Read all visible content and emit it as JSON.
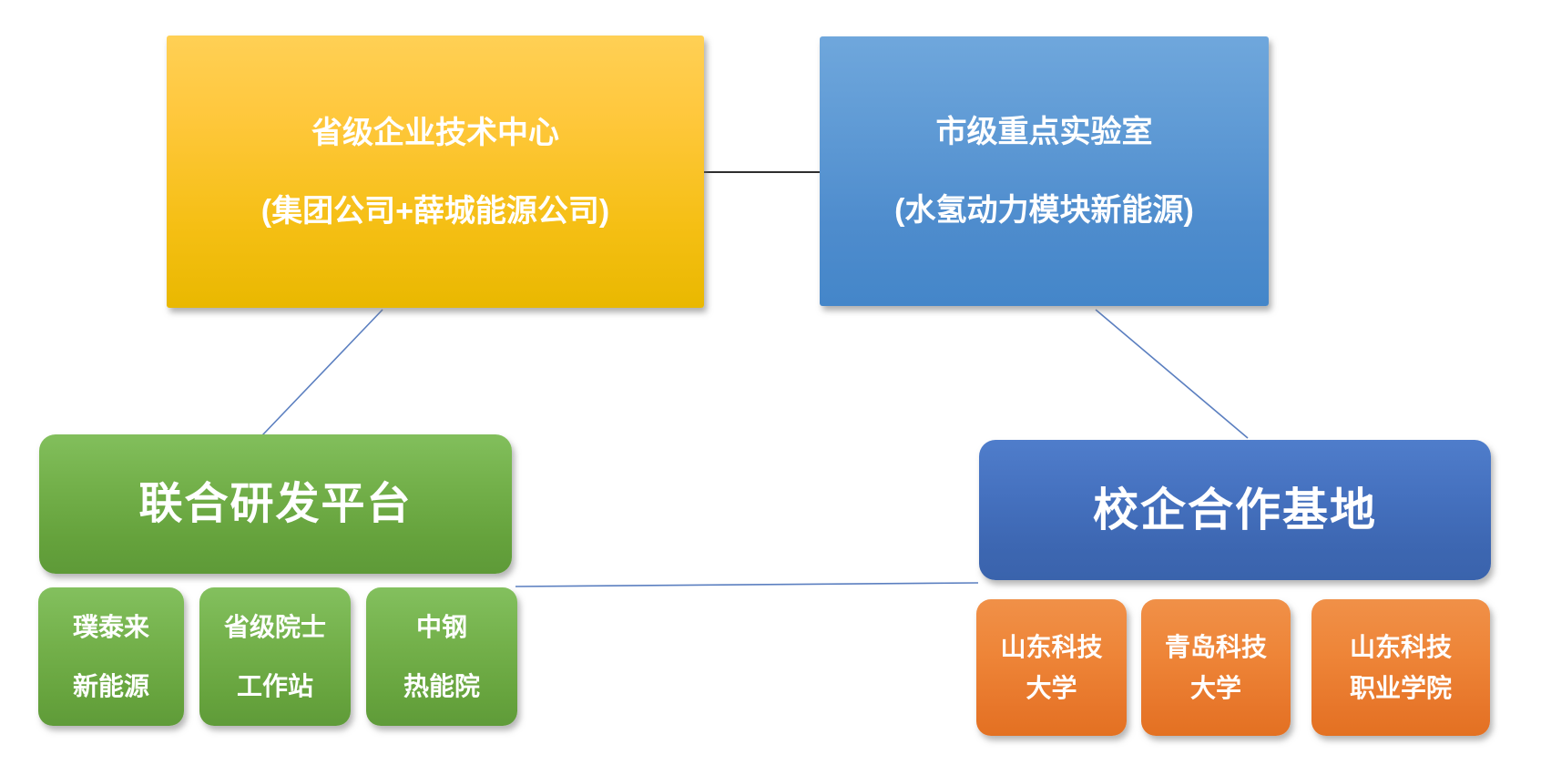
{
  "diagram": {
    "title_implicit": "research platform structure",
    "colors": {
      "yellow_top": "#ffd055",
      "yellow_bottom": "#e9b800",
      "lightblue_top": "#6fa7dc",
      "lightblue_bottom": "#4486c9",
      "green_top": "#82bf5c",
      "green_bottom": "#5e9a38",
      "darkblue_top": "#4f7dcb",
      "darkblue_bottom": "#3a63ac",
      "orange_top": "#f09048",
      "orange_bottom": "#e37122",
      "connector_dark": "#2e2e2e",
      "connector_blue": "#5b7fc0",
      "text": "#ffffff"
    },
    "nodes": {
      "provincial_center": {
        "line1": "省级企业技术中心",
        "line2": "(集团公司+薛城能源公司)"
      },
      "municipal_lab": {
        "line1": "市级重点实验室",
        "line2": "(水氢动力模块新能源)"
      },
      "joint_rd_platform": {
        "label": "联合研发平台"
      },
      "school_enterprise_base": {
        "label": "校企合作基地"
      },
      "rd_partners": [
        {
          "line1": "璞泰来",
          "line2": "新能源"
        },
        {
          "line1": "省级院士",
          "line2": "工作站"
        },
        {
          "line1": "中钢",
          "line2": "热能院"
        }
      ],
      "school_partners": [
        {
          "line1": "山东科技",
          "line2": "大学"
        },
        {
          "line1": "青岛科技",
          "line2": "大学"
        },
        {
          "line1": "山东科技",
          "line2": "职业学院"
        }
      ]
    }
  }
}
